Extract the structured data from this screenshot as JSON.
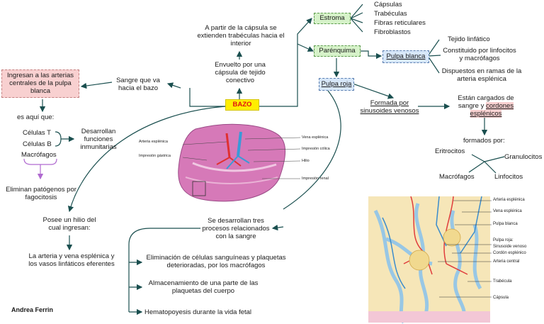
{
  "center": "BAZO",
  "top_branch": {
    "envuelto": "Envuelto por una cápsula de tejido conectivo",
    "trabeculas": "A partir de la cápsula se extienden trabéculas hacia el interior"
  },
  "estroma": {
    "label": "Estroma",
    "items": [
      "Cápsulas",
      "Trabéculas",
      "Fibras reticulares",
      "Fibroblastos"
    ]
  },
  "parenquima": {
    "label": "Parénquima"
  },
  "pulpa_blanca": {
    "label": "Pulpa blanca",
    "items": [
      "Tejido linfático",
      "Constituido por linfocitos y macrófagos",
      "Dispuestos en ramas de la arteria esplénica"
    ]
  },
  "pulpa_roja": {
    "label": "Pulpa roja",
    "formada": "Formada por sinusoides venosos",
    "cargados_pre": "Están cargados de sangre y",
    "cargados_mark": "cordones esplénicos",
    "formados_por": "formados por:",
    "cells": [
      "Eritrocitos",
      "Granulocitos",
      "Macrófagos",
      "Linfocitos"
    ]
  },
  "left_branch": {
    "sangre": "Sangre que va hacia el bazo",
    "ingresan": "Ingresan a las arterias centrales de la pulpa blanca",
    "es_aqui": "es aquí que:",
    "cells": [
      "Células T",
      "Células B",
      "Macrófagos"
    ],
    "desarrollan": "Desarrollan funciones inmunitarias",
    "eliminan": "Eliminan patógenos por fagocitosis",
    "hilio": "Posee un hilio del cual ingresan:",
    "arteria": "La arteria y vena esplénica y los vasos linfáticos eferentes"
  },
  "processes": {
    "intro": "Se desarrollan tres procesos relacionados con la sangre",
    "items": [
      "Eliminación de células sanguíneas y plaquetas deterioradas, por los macrófagos",
      "Almacenamiento de una parte de las plaquetas del cuerpo",
      "Hematopoyesis durante la vida fetal"
    ]
  },
  "author": "Andrea Ferrin",
  "spleen_image": {
    "labels": [
      "Arteria esplénica",
      "Impresión gástrica",
      "Vena esplénica",
      "Impresión cólica",
      "Hilio",
      "Impresión renal"
    ]
  },
  "histology_image": {
    "labels": [
      "Arteria esplénica",
      "Vena esplénica",
      "Pulpa blanca",
      "Pulpa roja:",
      "Sinusoide venoso",
      "Cordón esplénico",
      "Arteria central",
      "Trabécula",
      "Cápsula"
    ]
  },
  "colors": {
    "center_fill": "#ffee00",
    "center_text": "#e01010",
    "green_box": "#d6f2c9",
    "blue_box": "#d7e7f9",
    "pink_box": "#f8d0d0",
    "arrow": "#1a4f4f"
  }
}
